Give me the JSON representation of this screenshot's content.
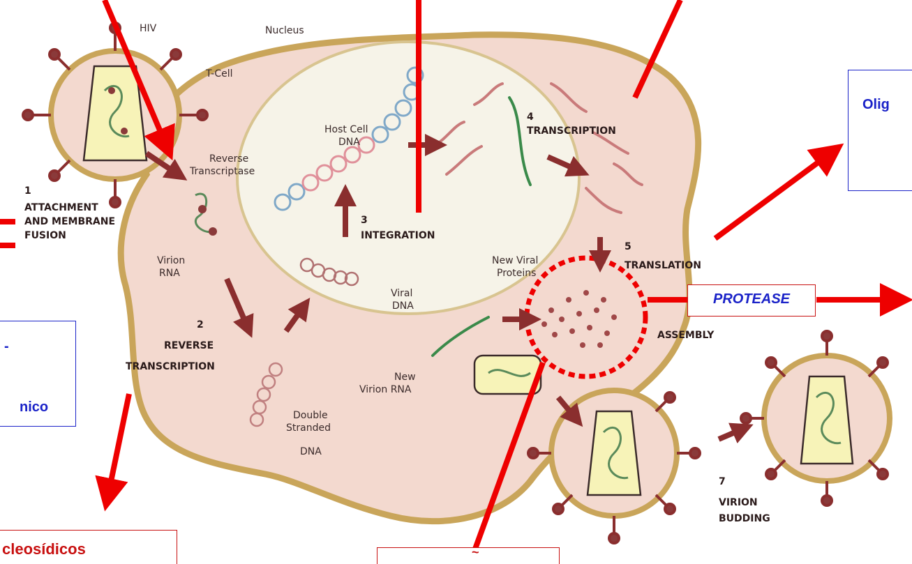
{
  "colors": {
    "cell_fill": "#f3d9cf",
    "membrane": "#c9a55a",
    "arrow_red": "#ee0000",
    "dark_arrow": "#8a2e2e",
    "blue_text": "#1a22c8",
    "red_text": "#c81010"
  },
  "labels": {
    "hiv": "HIV",
    "nucleus": "Nucleus",
    "tcell": "T-Cell",
    "host_dna_1": "Host Cell",
    "host_dna_2": "DNA",
    "rt_1": "Reverse",
    "rt_2": "Transcriptase",
    "virion_rna_1": "Virion",
    "virion_rna_2": "RNA",
    "viral_dna_1": "Viral",
    "viral_dna_2": "DNA",
    "new_viral_proteins_1": "New Viral",
    "new_viral_proteins_2": "Proteins",
    "new_virion_rna_1": "New",
    "new_virion_rna_2": "Virion RNA",
    "ds_dna_1": "Double",
    "ds_dna_2": "Stranded",
    "ds_dna_3": "DNA"
  },
  "steps": {
    "s1_num": "1",
    "s1_l1": "ATTACHMENT",
    "s1_l2": "AND MEMBRANE",
    "s1_l3": "FUSION",
    "s2_num": "2",
    "s2_l1": "REVERSE",
    "s2_l2": "TRANSCRIPTION",
    "s3_num": "3",
    "s3_l1": "INTEGRATION",
    "s4_num": "4",
    "s4_l1": "TRANSCRIPTION",
    "s5_num": "5",
    "s5_l1": "TRANSLATION",
    "s6_l1": "ASSEMBLY",
    "s7_num": "7",
    "s7_l1": "VIRION",
    "s7_l2": "BUDDING"
  },
  "boxes": {
    "oligo": "Olig",
    "protease": "PROTEASE",
    "nico": "nico",
    "left_dash": "-",
    "nucleosidicos": "cleosídicos",
    "bottom_partial": "~"
  }
}
